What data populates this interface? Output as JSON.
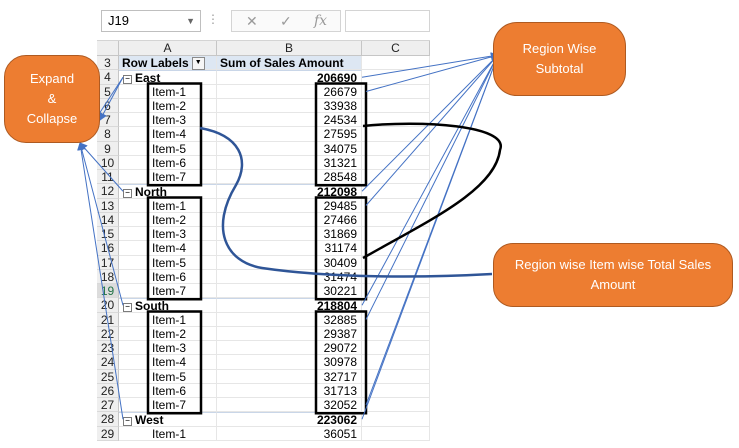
{
  "formula": {
    "name_box": "J19",
    "cancel_glyph": "✕",
    "enter_glyph": "✓",
    "fx_glyph": "fx",
    "formula_value": ""
  },
  "columns": [
    "A",
    "B",
    "C"
  ],
  "header": {
    "row": "3",
    "row_labels": "Row Labels",
    "sum_label": "Sum of Sales Amount"
  },
  "rows": [
    {
      "n": "4",
      "label": "East",
      "value": "206690",
      "type": "region"
    },
    {
      "n": "5",
      "label": "Item-1",
      "value": "26679",
      "type": "item"
    },
    {
      "n": "6",
      "label": "Item-2",
      "value": "33938",
      "type": "item"
    },
    {
      "n": "7",
      "label": "Item-3",
      "value": "24534",
      "type": "item"
    },
    {
      "n": "8",
      "label": "Item-4",
      "value": "27595",
      "type": "item"
    },
    {
      "n": "9",
      "label": "Item-5",
      "value": "34075",
      "type": "item"
    },
    {
      "n": "10",
      "label": "Item-6",
      "value": "31321",
      "type": "item"
    },
    {
      "n": "11",
      "label": "Item-7",
      "value": "28548",
      "type": "item"
    },
    {
      "n": "12",
      "label": "North",
      "value": "212098",
      "type": "region"
    },
    {
      "n": "13",
      "label": "Item-1",
      "value": "29485",
      "type": "item"
    },
    {
      "n": "14",
      "label": "Item-2",
      "value": "27466",
      "type": "item"
    },
    {
      "n": "15",
      "label": "Item-3",
      "value": "31869",
      "type": "item"
    },
    {
      "n": "16",
      "label": "Item-4",
      "value": "31174",
      "type": "item"
    },
    {
      "n": "17",
      "label": "Item-5",
      "value": "30409",
      "type": "item"
    },
    {
      "n": "18",
      "label": "Item-6",
      "value": "31474",
      "type": "item"
    },
    {
      "n": "19",
      "label": "Item-7",
      "value": "30221",
      "type": "item"
    },
    {
      "n": "20",
      "label": "South",
      "value": "218804",
      "type": "region"
    },
    {
      "n": "21",
      "label": "Item-1",
      "value": "32885",
      "type": "item"
    },
    {
      "n": "22",
      "label": "Item-2",
      "value": "29387",
      "type": "item"
    },
    {
      "n": "23",
      "label": "Item-3",
      "value": "29072",
      "type": "item"
    },
    {
      "n": "24",
      "label": "Item-4",
      "value": "30978",
      "type": "item"
    },
    {
      "n": "25",
      "label": "Item-5",
      "value": "32717",
      "type": "item"
    },
    {
      "n": "26",
      "label": "Item-6",
      "value": "31713",
      "type": "item"
    },
    {
      "n": "27",
      "label": "Item-7",
      "value": "32052",
      "type": "item"
    },
    {
      "n": "28",
      "label": "West",
      "value": "223062",
      "type": "region"
    },
    {
      "n": "29",
      "label": "Item-1",
      "value": "36051",
      "type": "item"
    }
  ],
  "selected_row": "19",
  "callouts": {
    "expand": "Expand & Collapse",
    "subtotal": "Region Wise Subtotal",
    "item_total": "Region wise Item wise Total Sales Amount"
  },
  "colors": {
    "callout_fill": "#ed7d31",
    "arrow": "#4472c4",
    "curve": "#2f5597",
    "box": "#000000"
  }
}
